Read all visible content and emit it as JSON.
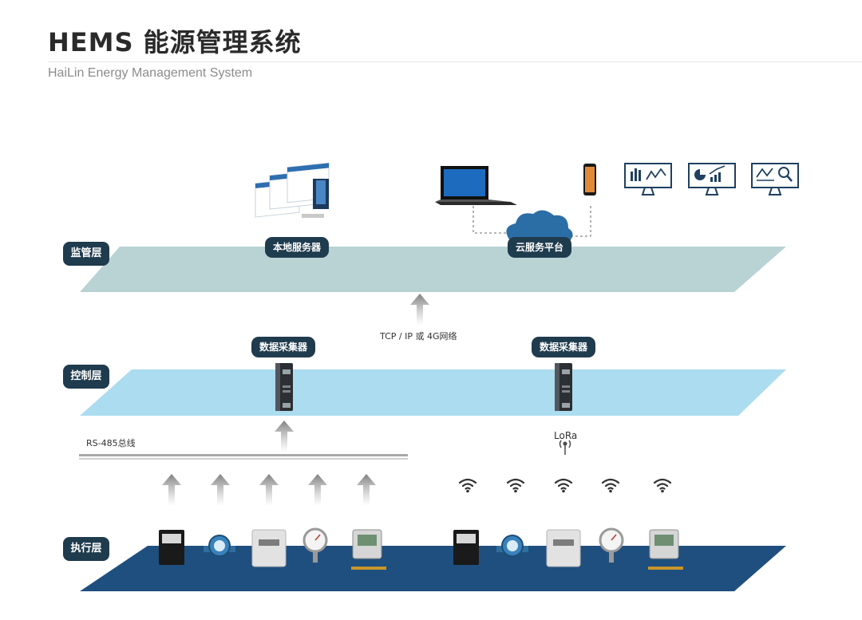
{
  "header": {
    "title": "HEMS 能源管理系统",
    "subtitle": "HaiLin Energy Management System"
  },
  "layers": {
    "supervision": "监管层",
    "control": "控制层",
    "execution": "执行层"
  },
  "tags": {
    "local_server": "本地服务器",
    "cloud_platform": "云服务平台",
    "collector_left": "数据采集器",
    "collector_right": "数据采集器"
  },
  "labels": {
    "network": "TCP / IP 或 4G网络",
    "rs485": "RS-485总线",
    "lora": "LoRa"
  },
  "colors": {
    "supervision_plane": "#b9d3d5",
    "control_plane": "#acdcef",
    "execution_plane": "#1f4f7e",
    "badge": "#1f3b4e",
    "arrow": "#8a8a8a"
  },
  "devices": {
    "monitors": [
      "bar-line-chart-monitor-icon",
      "pie-growth-monitor-icon",
      "analytics-search-monitor-icon"
    ],
    "meters": [
      "electric-meter-icon",
      "water-meter-icon",
      "gas-meter-icon",
      "pressure-gauge-icon",
      "heat-meter-icon"
    ]
  }
}
